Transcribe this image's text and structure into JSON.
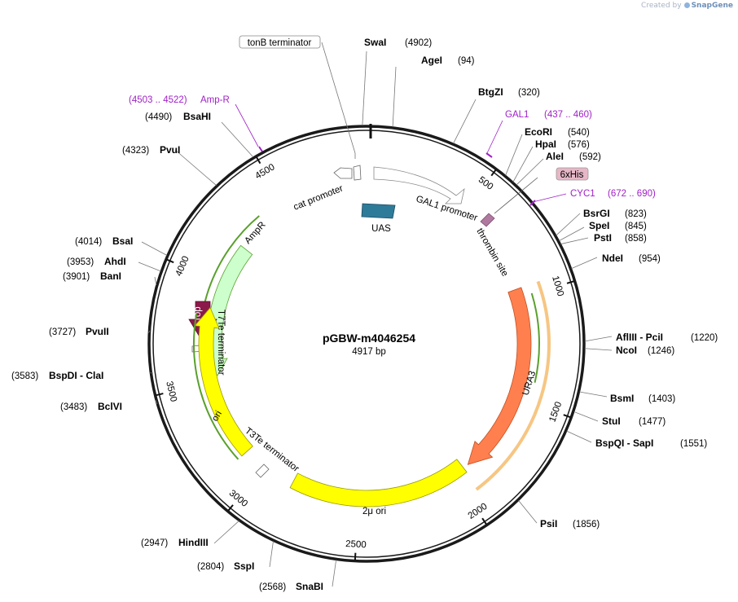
{
  "branding": {
    "created_by": "Created by",
    "app": "SnapGene"
  },
  "plasmid": {
    "name": "pGBW-m4046254",
    "length_label": "4917 bp"
  },
  "ruler_ticks": [
    "500",
    "1000",
    "1500",
    "2000",
    "2500",
    "3000",
    "3500",
    "4000",
    "4500"
  ],
  "enzymes": [
    {
      "name": "SwaI",
      "pos": "(4902)"
    },
    {
      "name": "AgeI",
      "pos": "(94)"
    },
    {
      "name": "BtgZI",
      "pos": "(320)"
    },
    {
      "name": "EcoRI",
      "pos": "(540)"
    },
    {
      "name": "HpaI",
      "pos": "(576)"
    },
    {
      "name": "AleI",
      "pos": "(592)"
    },
    {
      "name": "BsrGI",
      "pos": "(823)"
    },
    {
      "name": "SpeI",
      "pos": "(845)"
    },
    {
      "name": "PstI",
      "pos": "(858)"
    },
    {
      "name": "NdeI",
      "pos": "(954)"
    },
    {
      "name": "AflIII - PciI",
      "pos": "(1220)"
    },
    {
      "name": "NcoI",
      "pos": "(1246)"
    },
    {
      "name": "BsmI",
      "pos": "(1403)"
    },
    {
      "name": "StuI",
      "pos": "(1477)"
    },
    {
      "name": "BspQI - SapI",
      "pos": "(1551)"
    },
    {
      "name": "PsiI",
      "pos": "(1856)"
    },
    {
      "name": "SnaBI",
      "pos": "(2568)"
    },
    {
      "name": "SspI",
      "pos": "(2804)"
    },
    {
      "name": "HindIII",
      "pos": "(2947)"
    },
    {
      "name": "BclVI",
      "pos": "(3483)"
    },
    {
      "name": "BspDI - ClaI",
      "pos": "(3583)"
    },
    {
      "name": "PvuII",
      "pos": "(3727)"
    },
    {
      "name": "BanI",
      "pos": "(3901)"
    },
    {
      "name": "AhdI",
      "pos": "(3953)"
    },
    {
      "name": "BsaI",
      "pos": "(4014)"
    },
    {
      "name": "PvuI",
      "pos": "(4323)"
    },
    {
      "name": "BsaHI",
      "pos": "(4490)"
    }
  ],
  "primers": [
    {
      "name": "Amp-R",
      "range": "(4503 .. 4522)"
    },
    {
      "name": "GAL1",
      "range": "(437 .. 460)"
    },
    {
      "name": "CYC1",
      "range": "(672 .. 690)"
    }
  ],
  "features": {
    "tonb": "tonB terminator",
    "sixhis": "6xHis",
    "gal1_promoter": "GAL1 promoter",
    "uas": "UAS",
    "thrombin": "thrombin site",
    "cat_promoter": "cat promoter",
    "ampr": "AmpR",
    "rop": "rop",
    "t7te": "T7Te terminator",
    "ori": "ori",
    "t3te": "T3Te terminator",
    "two_mu": "2μ ori",
    "ura3": "URA3"
  },
  "colors": {
    "backbone": "#1a1a1a",
    "ampr_fill": "#ccffcc",
    "ura3_fill": "#ff7f4f",
    "ori_fill": "#ffff00",
    "rop_fill": "#8b1a4a",
    "uas_fill": "#2e7a99",
    "thrombin_fill": "#b07aa0",
    "primer_color": "#a020c8",
    "primer_green": "#5aa02c",
    "primer_orange": "#f0a030"
  }
}
